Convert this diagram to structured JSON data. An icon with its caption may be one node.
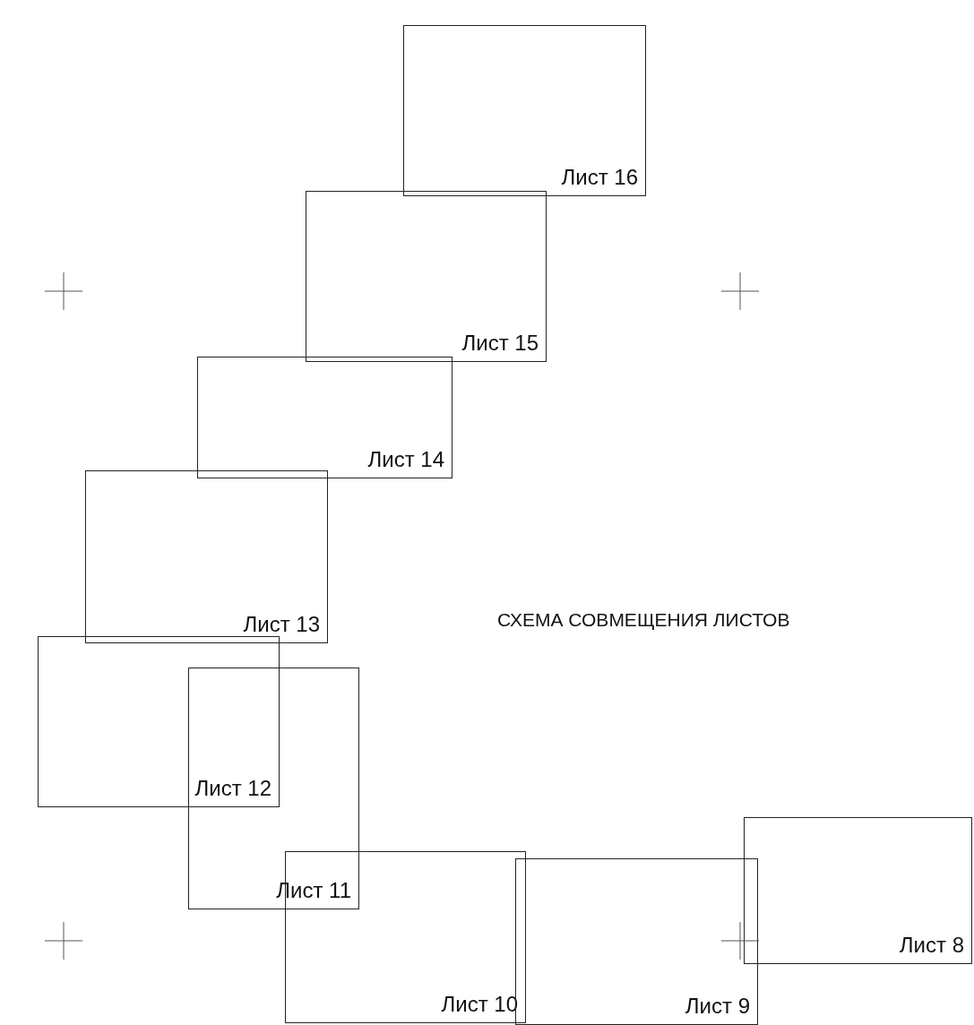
{
  "diagram": {
    "nodes": [
      {
        "text": [
          "Лист 16"
        ]
      },
      {
        "text": [
          "Лист 15"
        ]
      },
      {
        "text": [
          "Лист 14"
        ]
      },
      {
        "text": [
          "Лист 13"
        ]
      },
      {
        "text": [
          "Лист 12"
        ]
      },
      {
        "text": [
          "Лист 11"
        ]
      },
      {
        "text": [
          "Лист 10"
        ]
      },
      {
        "text": [
          "Лист 9"
        ]
      },
      {
        "text": [
          "Лист 8"
        ]
      }
    ],
    "labels": [
      "СХЕМА СОВМЕЩЕНИЯ ЛИСТОВ"
    ]
  }
}
